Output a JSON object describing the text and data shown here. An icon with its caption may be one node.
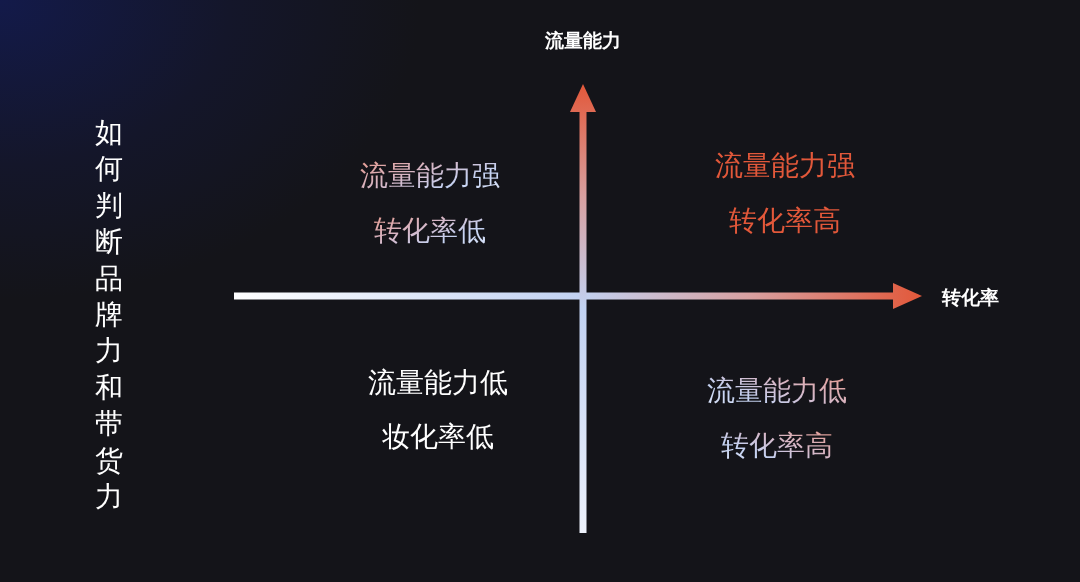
{
  "diagram": {
    "title": "如何判断品牌力和带货力",
    "labels": [
      "流量能力",
      "流量能力强",
      "转化率低",
      "流量能力强",
      "转化率高",
      "转化率",
      "流量能力低",
      "妆化率低",
      "流量能力低",
      "转化率高"
    ]
  }
}
